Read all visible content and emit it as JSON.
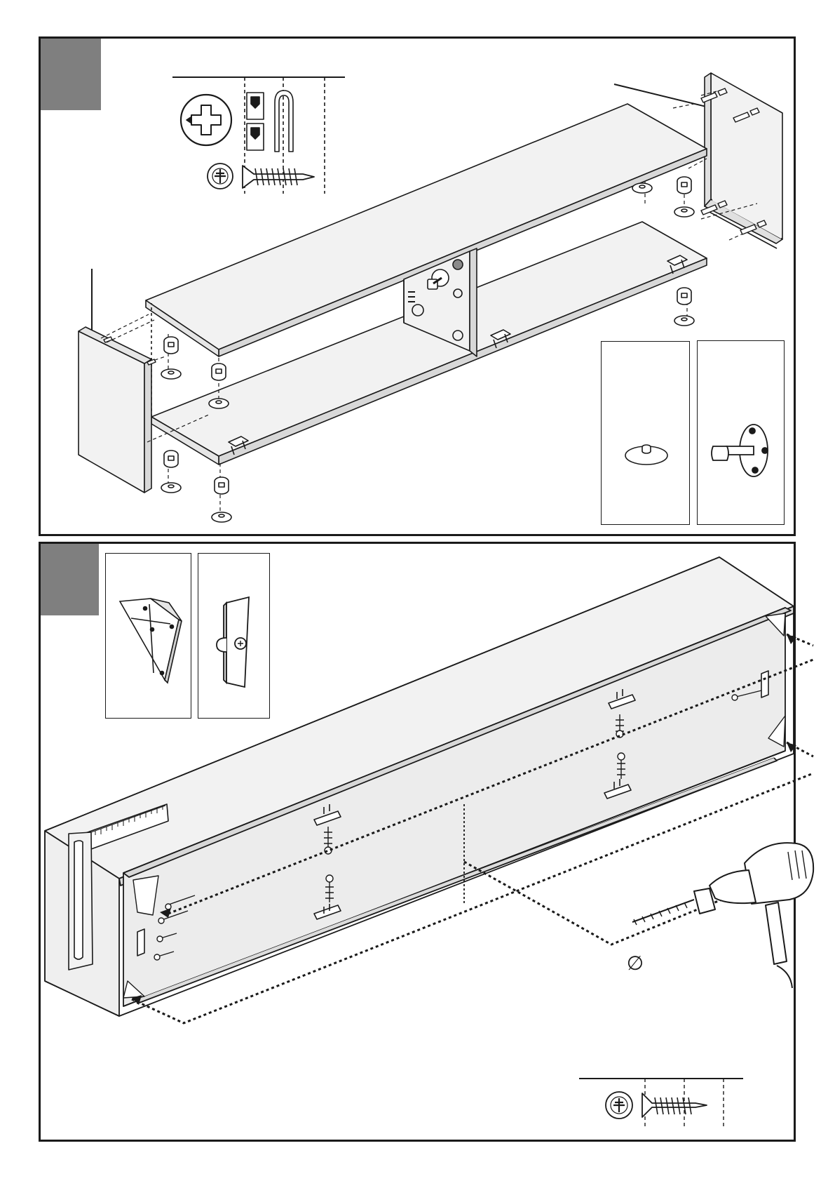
{
  "document": {
    "type": "assembly-instructions",
    "steps": [
      {
        "badge": "",
        "parts": [
          "side-panel-left",
          "side-panel-right",
          "top-shelf",
          "bottom-shelf",
          "center-divider",
          "cam-lock",
          "cam-bolt",
          "dowel",
          "hinge-plate"
        ],
        "hardware_legend": {
          "items": [
            "phillips-screwdriver-icon",
            "cam-dowel-icon",
            "wood-screw-icon"
          ]
        },
        "insets": [
          "cam-base-detail",
          "cam-bolt-detail"
        ]
      },
      {
        "badge": "",
        "parts": [
          "cabinet-body",
          "back-panel",
          "corner-bracket",
          "shelf-clip",
          "wall-bracket",
          "ruler",
          "drill"
        ],
        "hardware_legend": {
          "items": [
            "phillips-screw-head-icon",
            "wood-screw-icon"
          ]
        },
        "insets": [
          "corner-bracket-detail",
          "wall-bracket-detail"
        ],
        "diameter_symbol": "∅"
      }
    ]
  },
  "colors": {
    "badge": "#7f7f7f",
    "line": "#1a1a1a",
    "panel_fill": "#f2f2f2",
    "accent_fill": "#8a8a8a"
  }
}
